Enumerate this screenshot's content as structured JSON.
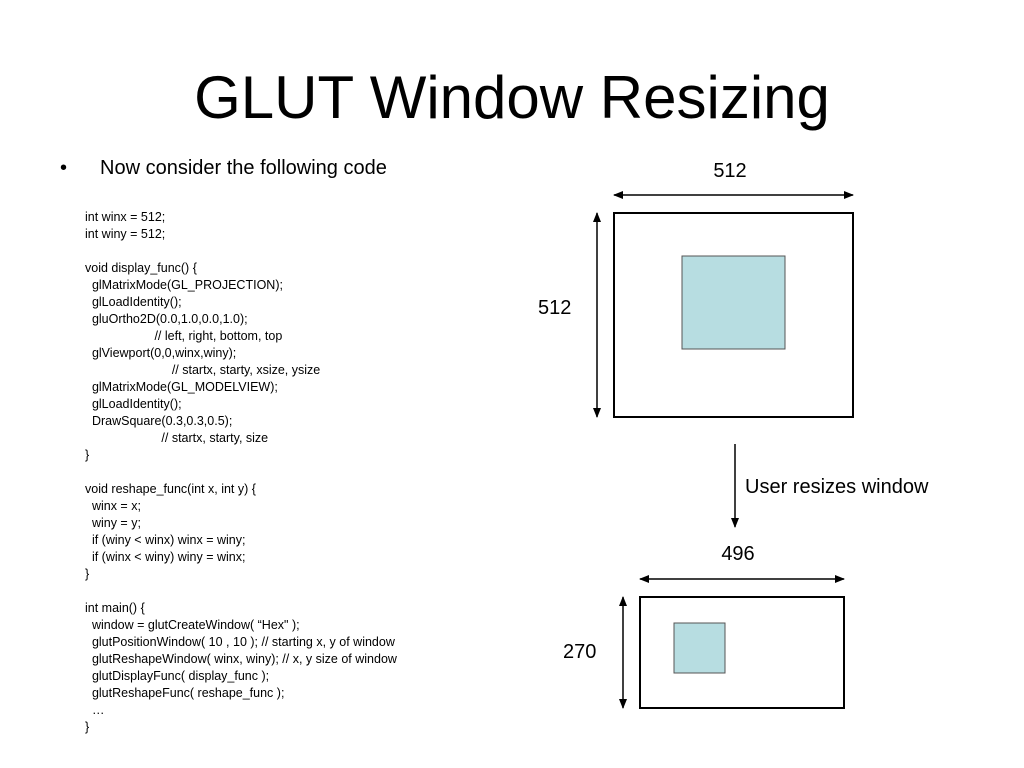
{
  "slide": {
    "title": "GLUT Window Resizing",
    "bullet_marker": "•",
    "bullet_text": "Now consider the following code"
  },
  "code_lines": [
    "int winx = 512;",
    "int winy = 512;",
    "",
    "void display_func() {",
    "  glMatrixMode(GL_PROJECTION);",
    "  glLoadIdentity();",
    "  gluOrtho2D(0.0,1.0,0.0,1.0);",
    "                    // left, right, bottom, top",
    "  glViewport(0,0,winx,winy);",
    "                         // startx, starty, xsize, ysize",
    "  glMatrixMode(GL_MODELVIEW);",
    "  glLoadIdentity();",
    "  DrawSquare(0.3,0.3,0.5);",
    "                      // startx, starty, size",
    "}",
    "",
    "void reshape_func(int x, int y) {",
    "  winx = x;",
    "  winy = y;",
    "  if (winy < winx) winx = winy;",
    "  if (winx < winy) winy = winx;",
    "}",
    "",
    "int main() {",
    "  window = glutCreateWindow( “Hex\" );",
    "  glutPositionWindow( 10 , 10 ); // starting x, y of window",
    "  glutReshapeWindow( winx, winy); // x, y size of window",
    "  glutDisplayFunc( display_func );",
    "  glutReshapeFunc( reshape_func );",
    "  …",
    "}"
  ],
  "diagram": {
    "before": {
      "width_label": "512",
      "height_label": "512"
    },
    "transition_label": "User resizes window",
    "after": {
      "width_label": "496",
      "height_label": "270"
    },
    "colors": {
      "square_fill": "#b7dde1",
      "stroke": "#000000",
      "background": "#ffffff"
    }
  }
}
